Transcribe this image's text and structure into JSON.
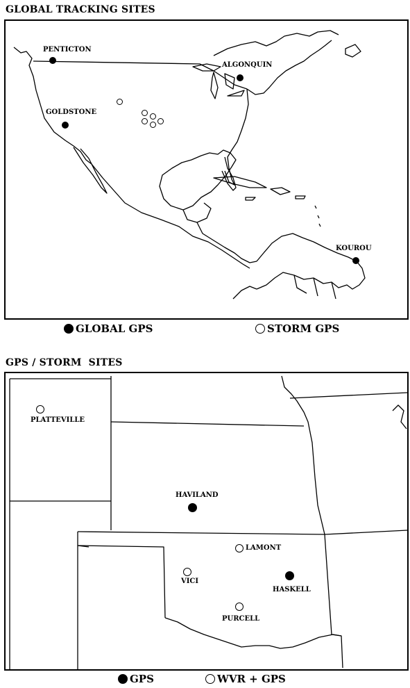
{
  "map1": {
    "title": "GLOBAL TRACKING SITES",
    "sites": [
      {
        "name": "PENTICTON",
        "type": "global"
      },
      {
        "name": "ALGONQUIN",
        "type": "global"
      },
      {
        "name": "GOLDSTONE",
        "type": "global"
      },
      {
        "name": "KOUROU",
        "type": "global"
      }
    ],
    "legend": [
      {
        "label": "GLOBAL GPS",
        "symbol": "filled"
      },
      {
        "label": "STORM GPS",
        "symbol": "open"
      }
    ]
  },
  "map2": {
    "title": "GPS / STORM  SITES",
    "sites": [
      {
        "name": "PLATTEVILLE",
        "type": "wvr+gps"
      },
      {
        "name": "HAVILAND",
        "type": "gps"
      },
      {
        "name": "LAMONT",
        "type": "wvr+gps"
      },
      {
        "name": "VICI",
        "type": "wvr+gps"
      },
      {
        "name": "HASKELL",
        "type": "gps"
      },
      {
        "name": "PURCELL",
        "type": "wvr+gps"
      }
    ],
    "legend": [
      {
        "label": "GPS",
        "symbol": "filled"
      },
      {
        "label": "WVR + GPS",
        "symbol": "open"
      }
    ]
  },
  "colors": {
    "ink": "#000000",
    "paper": "#ffffff"
  }
}
